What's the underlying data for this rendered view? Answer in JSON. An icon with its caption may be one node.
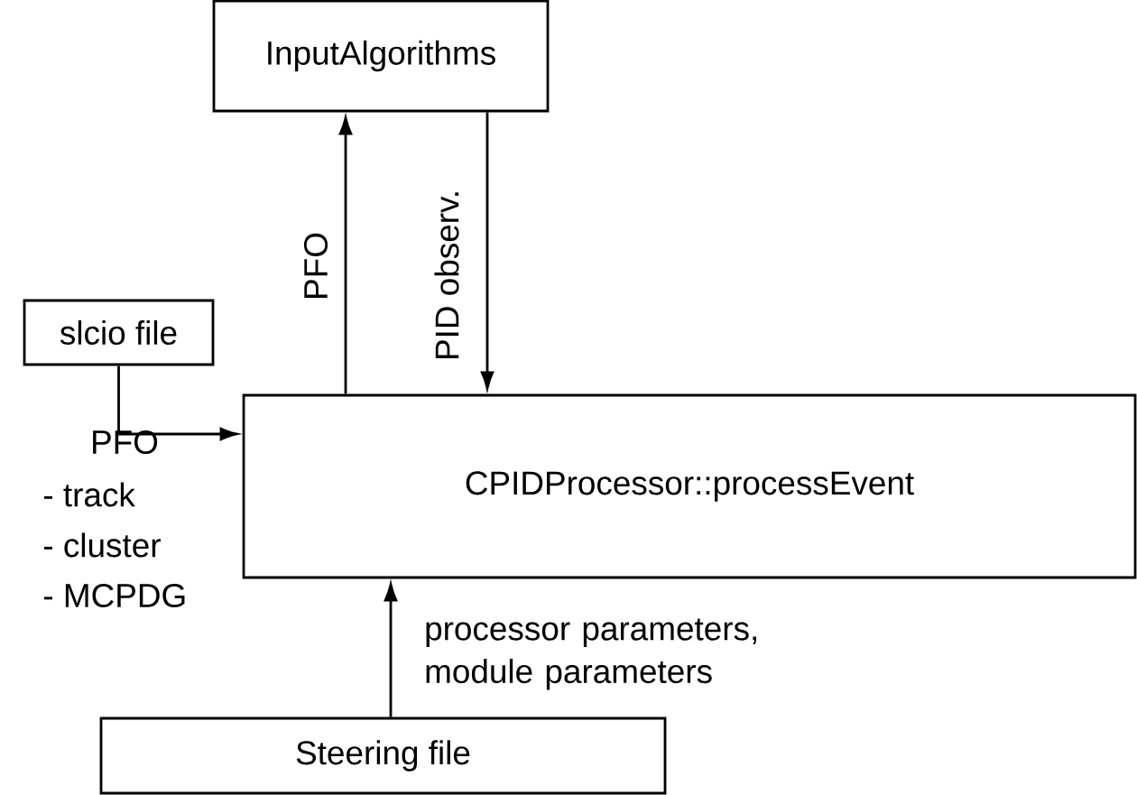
{
  "diagram": {
    "nodes": [
      {
        "text": [
          "InputAlgorithms"
        ]
      },
      {
        "text": [
          "slcio file"
        ]
      },
      {
        "text": [
          "CPIDProcessor::processEvent"
        ]
      },
      {
        "text": [
          "Steering file"
        ]
      }
    ],
    "edges": [
      {
        "from": 2,
        "to": 0,
        "arrow": "to",
        "label": "PFO"
      },
      {
        "from": 0,
        "to": 2,
        "arrow": "to",
        "label": "PID observ."
      },
      {
        "from": 1,
        "to": 2,
        "arrow": "to"
      },
      {
        "from": 3,
        "to": 2,
        "arrow": "to",
        "label": "processor parameters, module parameters"
      }
    ],
    "labels": [
      "PFO",
      "- track",
      "- cluster",
      "- MCPDG"
    ]
  }
}
